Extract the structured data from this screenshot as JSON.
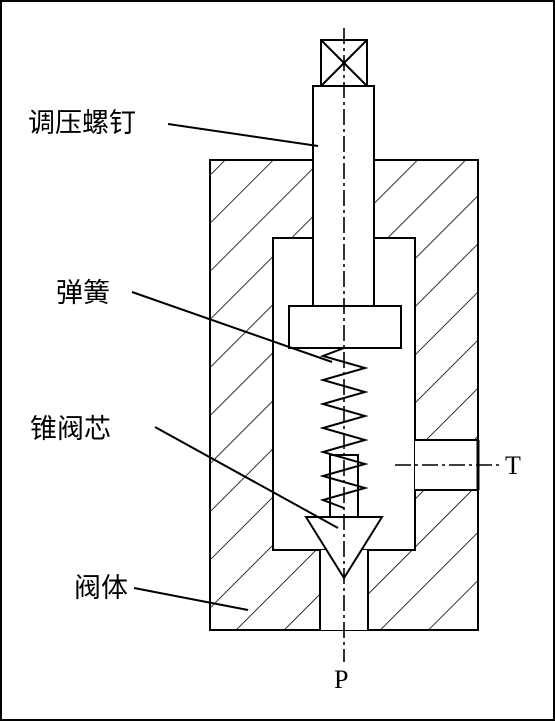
{
  "labels": {
    "adjust_screw": "调压螺钉",
    "spring": "弹簧",
    "cone_valve_core": "锥阀芯",
    "valve_body": "阀体"
  },
  "ports": {
    "tank": "T",
    "pressure": "P"
  },
  "colors": {
    "stroke": "#000000",
    "background": "#ffffff"
  }
}
